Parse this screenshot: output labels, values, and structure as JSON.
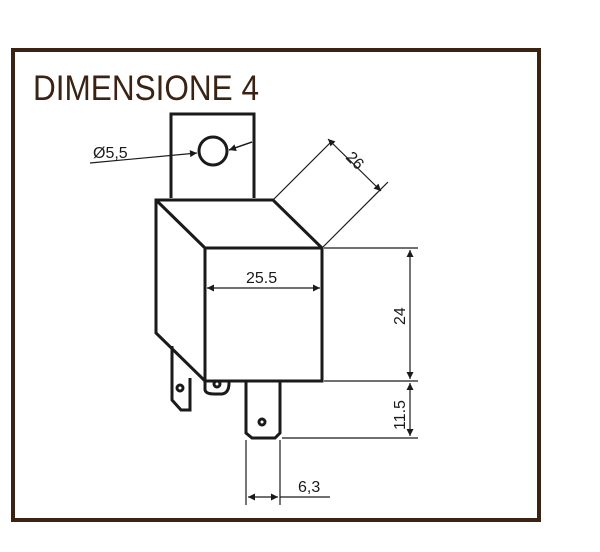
{
  "title": "DIMENSIONE 4",
  "colors": {
    "frame": "#3b2314",
    "title": "#3b2314",
    "lines": "#1a1a1a"
  },
  "dimensions": {
    "hole_diameter": "Ø5,5",
    "depth": "26",
    "width": "25.5",
    "height": "24",
    "pin_length": "11.5",
    "pin_width": "6,3"
  }
}
